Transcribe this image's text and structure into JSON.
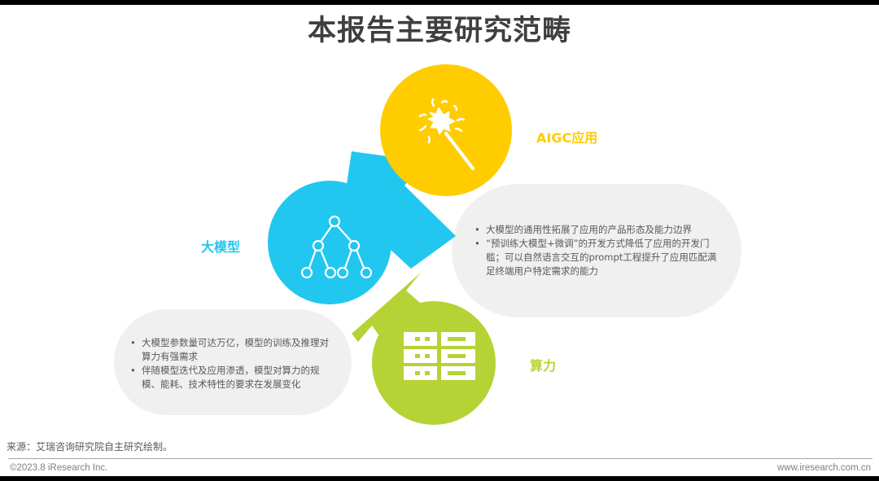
{
  "title": "本报告主要研究范畴",
  "colors": {
    "aigc": "#FFCC00",
    "model": "#22C7F0",
    "compute": "#B5D334",
    "bubble": "#F0F0F0",
    "title": "#3F3F3F",
    "body_text": "#595959"
  },
  "nodes": {
    "aigc": {
      "label": "AIGC应用",
      "icon": "magic-wand-icon"
    },
    "model": {
      "label": "大模型",
      "icon": "tree-network-icon"
    },
    "compute": {
      "label": "算力",
      "icon": "server-rack-icon"
    }
  },
  "bubbles": {
    "aigc_notes": {
      "items": [
        "大模型的通用性拓展了应用的产品形态及能力边界",
        "“预训练大模型+微调”的开发方式降低了应用的开发门槛；可以自然语言交互的prompt工程提升了应用匹配满足终端用户特定需求的能力"
      ]
    },
    "compute_notes": {
      "items": [
        "大模型参数量可达万亿，模型的训练及推理对算力有强需求",
        "伴随模型迭代及应用渗透，模型对算力的规模、能耗、技术特性的要求在发展变化"
      ]
    }
  },
  "source": "来源：艾瑞咨询研究院自主研究绘制。",
  "footer": {
    "copyright": "©2023.8 iResearch Inc.",
    "website": "www.iresearch.com.cn"
  }
}
